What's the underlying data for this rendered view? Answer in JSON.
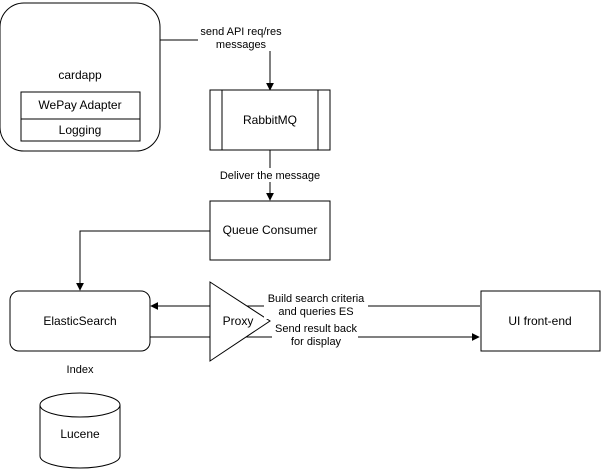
{
  "nodes": {
    "cardapp": {
      "label": "cardapp",
      "components": [
        "WePay Adapter",
        "Logging"
      ]
    },
    "rabbitmq": {
      "label": "RabbitMQ"
    },
    "queue_consumer": {
      "label": "Queue Consumer"
    },
    "elasticsearch": {
      "label": "ElasticSearch"
    },
    "proxy": {
      "label": "Proxy"
    },
    "ui_frontend": {
      "label": "UI front-end"
    },
    "lucene": {
      "label": "Lucene"
    }
  },
  "edges": {
    "cardapp_to_rabbitmq": {
      "line1": "send API req/res",
      "line2": "messages"
    },
    "rabbitmq_to_consumer": {
      "label": "Deliver the message"
    },
    "ui_to_es": {
      "line1": "Build search criteria",
      "line2": "and queries ES"
    },
    "es_to_ui": {
      "line1": "Send result back",
      "line2": "for display"
    },
    "es_to_lucene": {
      "label": "Index"
    }
  },
  "colors": {
    "stroke": "#000000",
    "fill": "#ffffff",
    "text": "#000000"
  }
}
